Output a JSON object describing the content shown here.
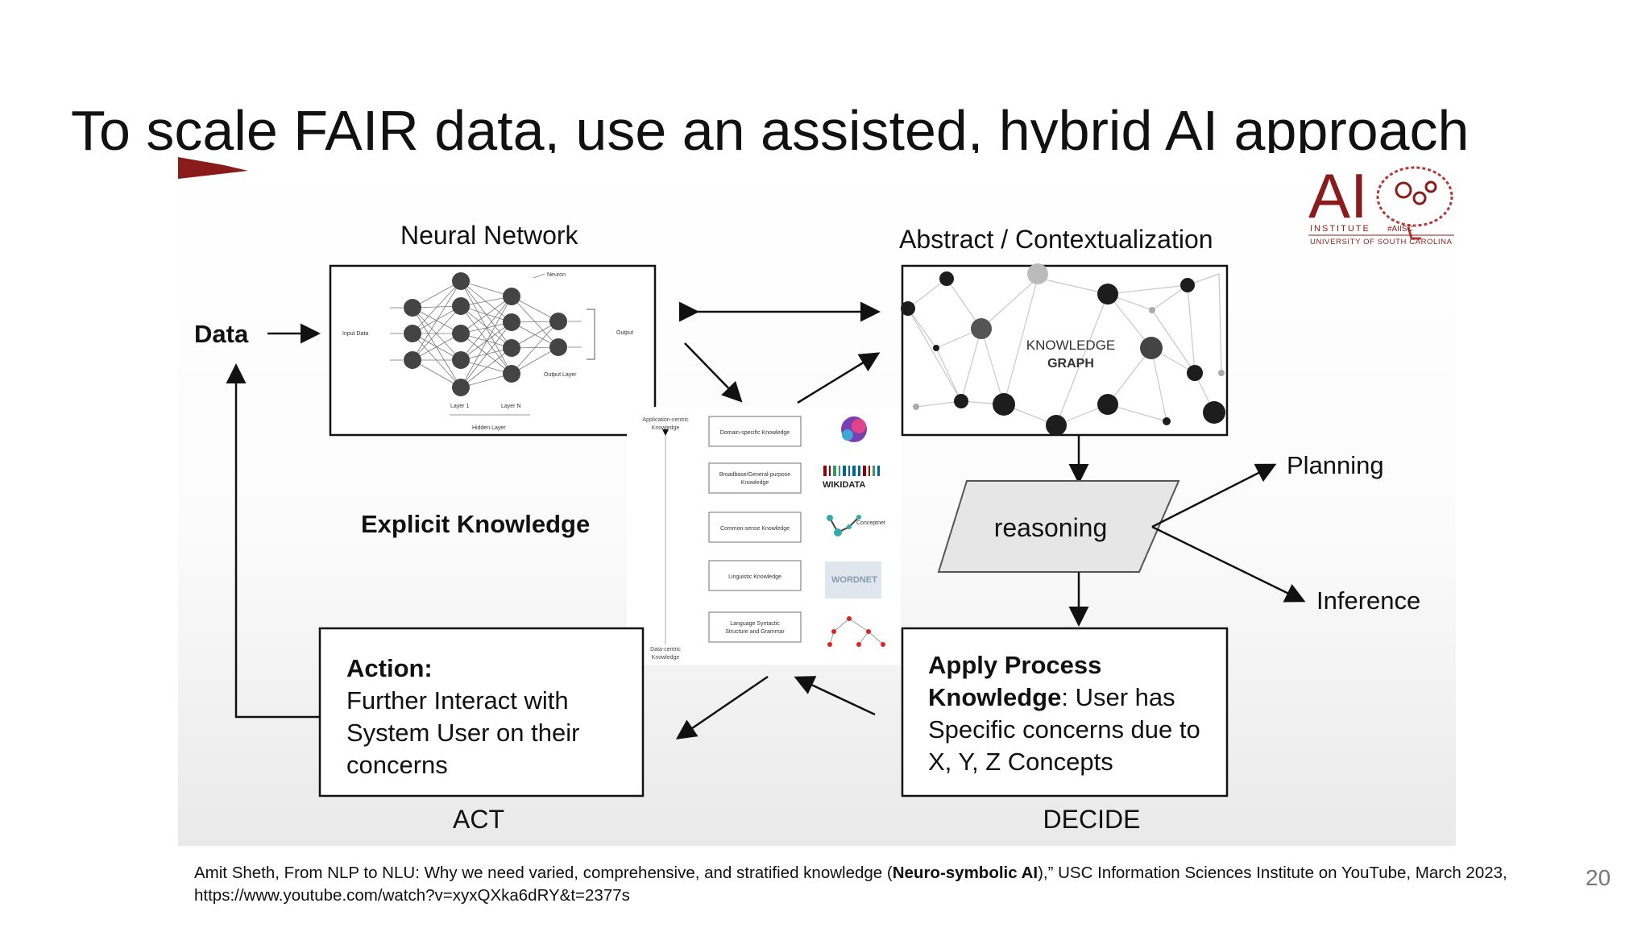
{
  "slide": {
    "title": "To scale FAIR data, use an assisted, hybrid AI approach",
    "page_number": "20",
    "citation": {
      "part1": "Amit Sheth, From NLP to NLU: Why we need varied, comprehensive, and stratified knowledge (",
      "bold": "Neuro-symbolic AI",
      "part2": "),” USC Information Sciences Institute on YouTube, March 2023, https://www.youtube.com/watch?v=xyxQXka6dRY&t=2377s"
    }
  },
  "logo": {
    "letters": "AI",
    "institute": "INSTITUTE",
    "hashtag": "#AIISC",
    "university": "UNIVERSITY OF SOUTH CAROLINA"
  },
  "diagram": {
    "data_label": "Data",
    "neural_network": {
      "title": "Neural Network",
      "input_label": "Input Data",
      "neuron_label": "Neuron",
      "output_label": "Output",
      "output_layer_label": "Output Layer",
      "layer1_label": "Layer 1",
      "layerN_label": "Layer N",
      "hidden_label": "Hidden Layer"
    },
    "abstract": {
      "title": "Abstract / Contextualization",
      "kg_line1": "KNOWLEDGE",
      "kg_line2": "GRAPH"
    },
    "explicit_knowledge": "Explicit Knowledge",
    "knowledge_stack": {
      "top_label_1": "Application-centric",
      "top_label_2": "Knowledge",
      "bottom_label_1": "Data-centric",
      "bottom_label_2": "Knowledge",
      "items": [
        {
          "line1": "Domain-specific Knowledge",
          "line2": ""
        },
        {
          "line1": "Broadbase/General-purpose",
          "line2": "Knowledge"
        },
        {
          "line1": "Common-sense Knowledge",
          "line2": ""
        },
        {
          "line1": "Linguistic Knowledge",
          "line2": ""
        },
        {
          "line1": "Language Syntactic",
          "line2": "Structure and Grammar"
        }
      ],
      "wikidata": "WIKIDATA",
      "conceptnet": "Conceptnet",
      "wordnet": "WORDNET"
    },
    "reasoning": "reasoning",
    "planning": "Planning",
    "inference": "Inference",
    "action_box": {
      "heading": "Action:",
      "lines": [
        "Further Interact with",
        "System User on their",
        "concerns"
      ]
    },
    "apply_box": {
      "line1": "Apply Process",
      "line2_bold": "Knowledge",
      "line2_rest": ": User has",
      "line3": "Specific concerns due to",
      "line4": "X, Y, Z Concepts"
    },
    "act_label": "ACT",
    "decide_label": "DECIDE"
  }
}
